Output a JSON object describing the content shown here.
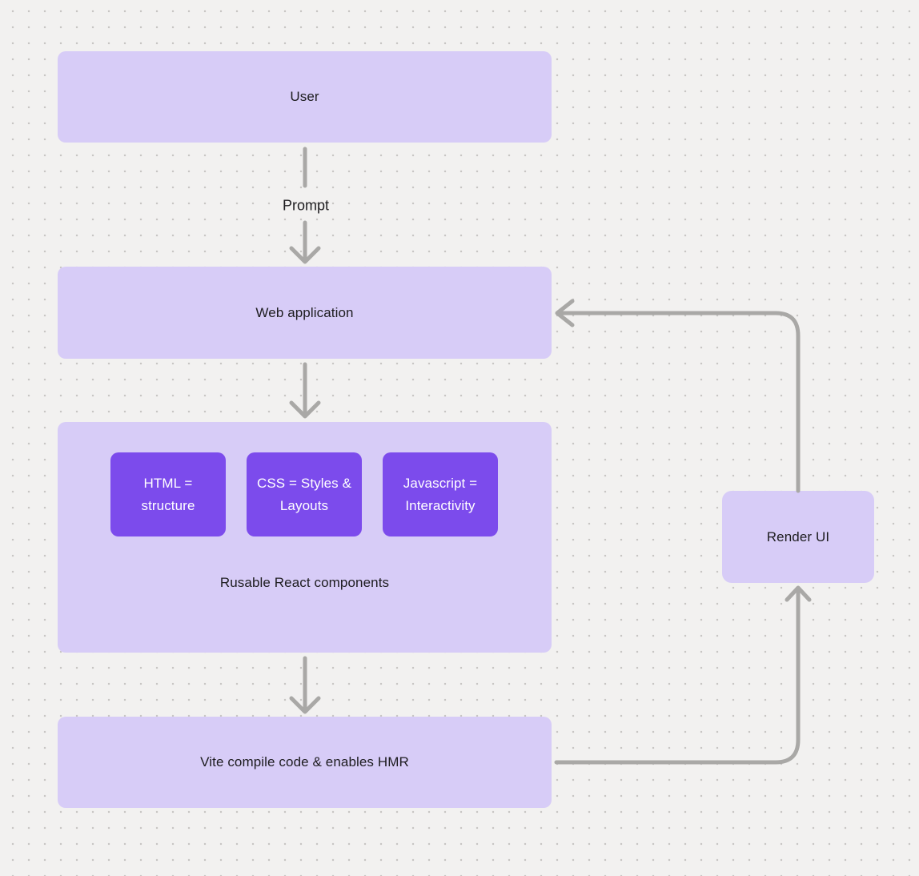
{
  "diagram": {
    "nodes": {
      "user": {
        "label": "User"
      },
      "web_application": {
        "label": "Web application"
      },
      "components": {
        "caption": "Rusable React components",
        "chips": [
          {
            "label": "HTML = structure"
          },
          {
            "label": "CSS = Styles & Layouts"
          },
          {
            "label": "Javascript = Interactivity"
          }
        ]
      },
      "vite": {
        "label": "Vite compile code & enables HMR"
      },
      "render_ui": {
        "label": "Render UI"
      }
    },
    "edges": {
      "prompt_label": "Prompt"
    },
    "colors": {
      "background": "#f2f1f0",
      "grid_dot": "#c8c6c4",
      "node_fill": "#d7ccf7",
      "chip_fill": "#7c4bec",
      "arrow": "#a9a8a6",
      "text": "#1d1c1f",
      "chip_text": "#ffffff"
    }
  }
}
